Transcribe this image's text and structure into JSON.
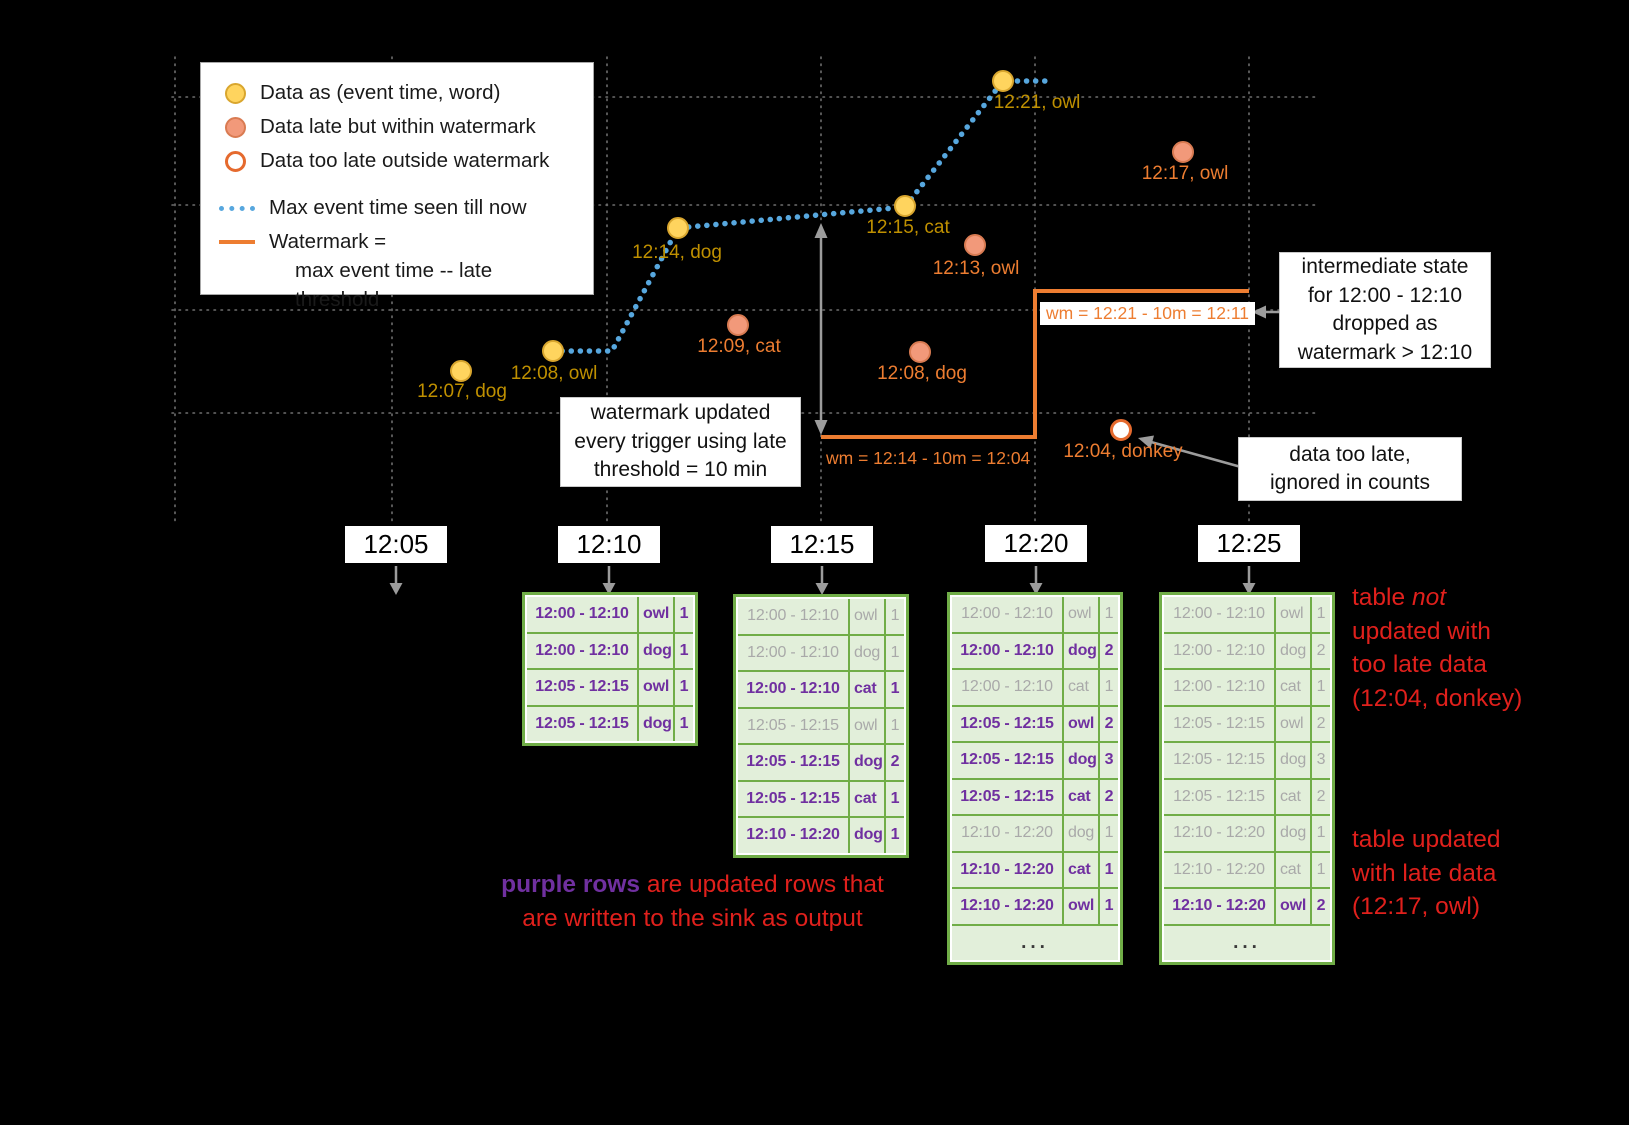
{
  "colors": {
    "background": "#000000",
    "ontime_fill": "#FFD45E",
    "ontime_label": "#BF9000",
    "late_fill": "#F2997A",
    "late_label": "#ED7D31",
    "toolate_ring": "#E56A2E",
    "max_event_line": "#57A7DE",
    "watermark_line": "#ED7D31",
    "table_green": "#70AD47",
    "table_cell": "#E2EFDA",
    "updated_purple": "#7030A0",
    "stale_gray": "#A9A9A9",
    "annotation_red": "#E0201C",
    "arrow_gray": "#9C9C9C"
  },
  "legend": {
    "item1": "Data as (event time, word)",
    "item2": "Data late but within watermark",
    "item3": "Data too late outside watermark",
    "item4": "Max event time seen till now",
    "item5_line1": "Watermark =",
    "item5_line2": "max event time -- late threshold"
  },
  "points": {
    "p1": "12:07, dog",
    "p2": "12:08, owl",
    "p3": "12:14, dog",
    "p4": "12:15, cat",
    "p5": "12:21, owl",
    "late1": "12:09, cat",
    "late2": "12:13, owl",
    "late3": "12:08, dog",
    "late4": "12:17, owl",
    "toolate": "12:04, donkey"
  },
  "watermarks": {
    "wm1": "wm = 12:14 - 10m = 12:04",
    "wm2": "wm = 12:21 - 10m = 12:11"
  },
  "callouts": {
    "trigger_note": {
      "l1": "watermark updated",
      "l2": "every trigger using late",
      "l3": "threshold = 10 min"
    },
    "dropped_note": {
      "l1": "intermediate state",
      "l2": "for 12:00 - 12:10",
      "l3": "dropped as",
      "l4": "watermark > 12:10"
    },
    "too_late_note": {
      "l1": "data too late,",
      "l2": "ignored in counts"
    }
  },
  "timeline": {
    "t1": "12:05",
    "t2": "12:10",
    "t3": "12:15",
    "t4": "12:20",
    "t5": "12:25"
  },
  "tables": [
    {
      "trigger": "12:10",
      "rows": [
        {
          "window": "12:00 - 12:10",
          "word": "owl",
          "count": "1",
          "updated": true
        },
        {
          "window": "12:00 - 12:10",
          "word": "dog",
          "count": "1",
          "updated": true
        },
        {
          "window": "12:05 - 12:15",
          "word": "owl",
          "count": "1",
          "updated": true
        },
        {
          "window": "12:05 - 12:15",
          "word": "dog",
          "count": "1",
          "updated": true
        }
      ]
    },
    {
      "trigger": "12:15",
      "rows": [
        {
          "window": "12:00 - 12:10",
          "word": "owl",
          "count": "1",
          "updated": false
        },
        {
          "window": "12:00 - 12:10",
          "word": "dog",
          "count": "1",
          "updated": false
        },
        {
          "window": "12:00 - 12:10",
          "word": "cat",
          "count": "1",
          "updated": true
        },
        {
          "window": "12:05 - 12:15",
          "word": "owl",
          "count": "1",
          "updated": false
        },
        {
          "window": "12:05 - 12:15",
          "word": "dog",
          "count": "2",
          "updated": true
        },
        {
          "window": "12:05 - 12:15",
          "word": "cat",
          "count": "1",
          "updated": true
        },
        {
          "window": "12:10 - 12:20",
          "word": "dog",
          "count": "1",
          "updated": true
        }
      ]
    },
    {
      "trigger": "12:20",
      "rows": [
        {
          "window": "12:00 - 12:10",
          "word": "owl",
          "count": "1",
          "updated": false
        },
        {
          "window": "12:00 - 12:10",
          "word": "dog",
          "count": "2",
          "updated": true
        },
        {
          "window": "12:00 - 12:10",
          "word": "cat",
          "count": "1",
          "updated": false
        },
        {
          "window": "12:05 - 12:15",
          "word": "owl",
          "count": "2",
          "updated": true
        },
        {
          "window": "12:05 - 12:15",
          "word": "dog",
          "count": "3",
          "updated": true
        },
        {
          "window": "12:05 - 12:15",
          "word": "cat",
          "count": "2",
          "updated": true
        },
        {
          "window": "12:10 - 12:20",
          "word": "dog",
          "count": "1",
          "updated": false
        },
        {
          "window": "12:10 - 12:20",
          "word": "cat",
          "count": "1",
          "updated": true
        },
        {
          "window": "12:10 - 12:20",
          "word": "owl",
          "count": "1",
          "updated": true
        }
      ]
    },
    {
      "trigger": "12:25",
      "rows": [
        {
          "window": "12:00 - 12:10",
          "word": "owl",
          "count": "1",
          "updated": false
        },
        {
          "window": "12:00 - 12:10",
          "word": "dog",
          "count": "2",
          "updated": false
        },
        {
          "window": "12:00 - 12:10",
          "word": "cat",
          "count": "1",
          "updated": false
        },
        {
          "window": "12:05 - 12:15",
          "word": "owl",
          "count": "2",
          "updated": false
        },
        {
          "window": "12:05 - 12:15",
          "word": "dog",
          "count": "3",
          "updated": false
        },
        {
          "window": "12:05 - 12:15",
          "word": "cat",
          "count": "2",
          "updated": false
        },
        {
          "window": "12:10 - 12:20",
          "word": "dog",
          "count": "1",
          "updated": false
        },
        {
          "window": "12:10 - 12:20",
          "word": "cat",
          "count": "1",
          "updated": false
        },
        {
          "window": "12:10 - 12:20",
          "word": "owl",
          "count": "2",
          "updated": true
        }
      ]
    }
  ],
  "notes": {
    "ellipsis": "...",
    "not_updated": {
      "l1pre": "table ",
      "l1em": "not",
      "l2": "updated with",
      "l3": "too late data",
      "l4": "(12:04, donkey)"
    },
    "late_updated": {
      "l1": "table updated",
      "l2": "with late data",
      "l3": "(12:17, owl)"
    },
    "purple_note": {
      "em": "purple rows",
      "l1rest": " are updated rows that",
      "l2": "are written to the sink as output"
    }
  }
}
